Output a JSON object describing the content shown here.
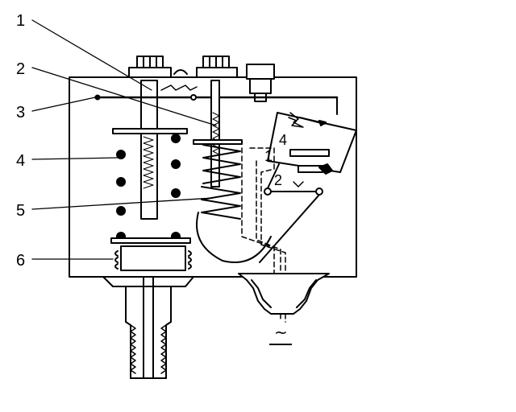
{
  "callouts": [
    "1",
    "2",
    "3",
    "4",
    "5",
    "6"
  ],
  "inner_labels": {
    "upper": "4",
    "contact_1": "1",
    "contact_2": "2"
  },
  "ac_symbol": "~",
  "colors": {
    "ink": "#000000",
    "background": "#ffffff"
  }
}
